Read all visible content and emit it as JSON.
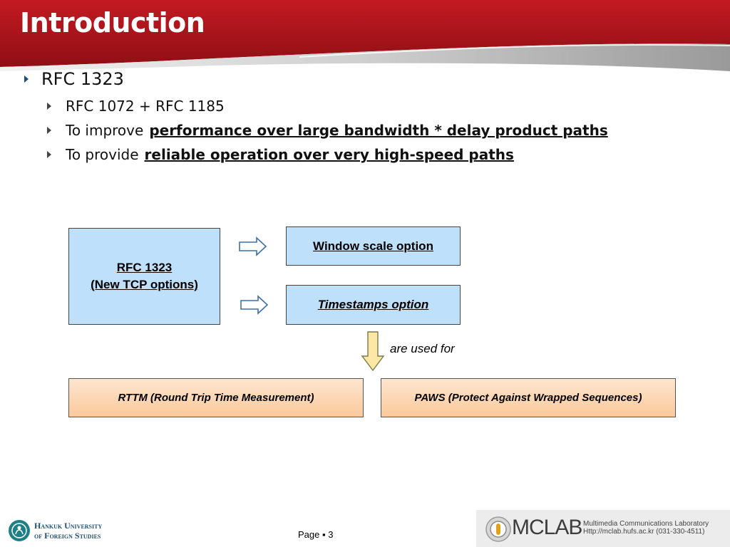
{
  "slide": {
    "title": "Introduction"
  },
  "bullets": {
    "main": "RFC 1323",
    "sub1": "RFC 1072 + RFC 1185",
    "sub2_prefix": "To improve",
    "sub2_emph": "performance over large bandwidth * delay product paths",
    "sub3_prefix": "To provide",
    "sub3_emph": "reliable operation over very high-speed paths"
  },
  "diagram": {
    "rfc_line1": "RFC 1323",
    "rfc_line2": "(New TCP options)",
    "window_scale": "Window scale option",
    "timestamps": "Timestamps option",
    "used_for": "are used for",
    "rttm": "RTTM (Round Trip Time Measurement)",
    "paws": "PAWS (Protect Against Wrapped Sequences)"
  },
  "footer": {
    "university_line1": "Hankuk University",
    "university_line2": "of Foreign Studies",
    "page_label": "Page ▪ 3",
    "lab_name": "MCLAB",
    "lab_full": "Multimedia Communications Laboratory",
    "lab_url": "Http://mclab.hufs.ac.kr (031-330-4511)"
  },
  "colors": {
    "header_red": "#b3151b",
    "box_blue": "#bfe0fb",
    "box_orange": "#fbc99b",
    "arrow_yellow": "#fde7a4"
  }
}
